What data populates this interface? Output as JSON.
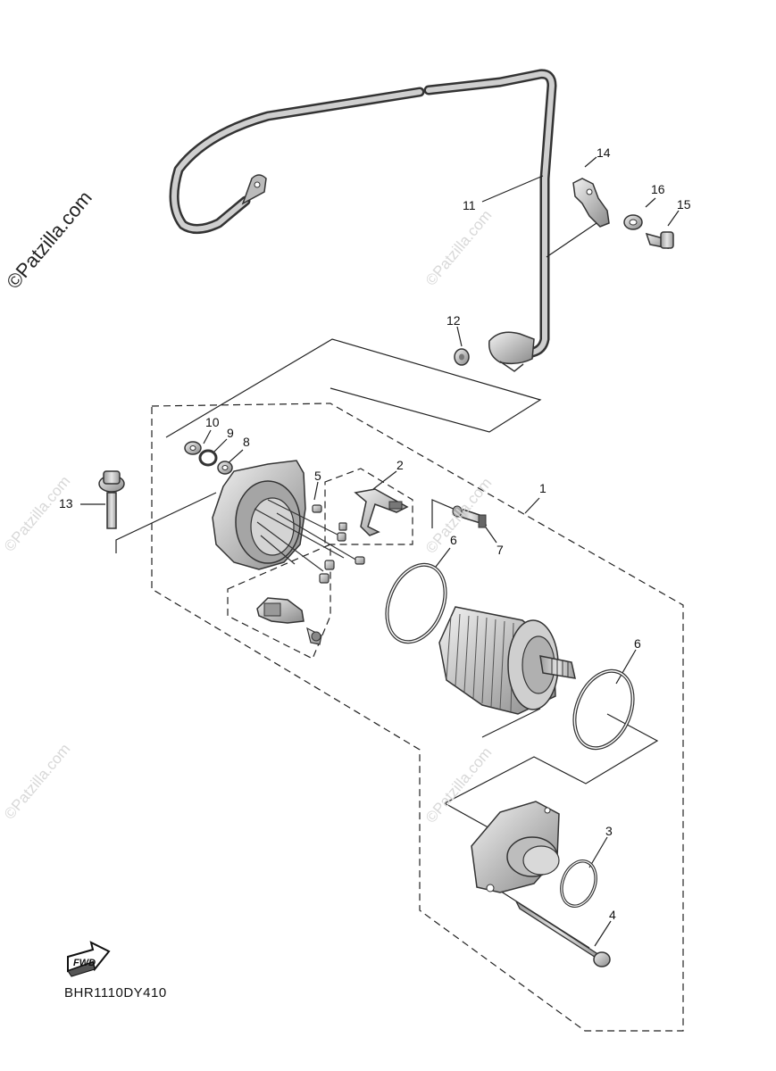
{
  "watermark": "©Patzilla.com",
  "diagram_code": "BHR1110DY410",
  "fwd_label": "FWD",
  "callouts": [
    "1",
    "2",
    "3",
    "4",
    "5",
    "6",
    "6",
    "7",
    "8",
    "9",
    "10",
    "11",
    "12",
    "13",
    "14",
    "15",
    "16"
  ]
}
